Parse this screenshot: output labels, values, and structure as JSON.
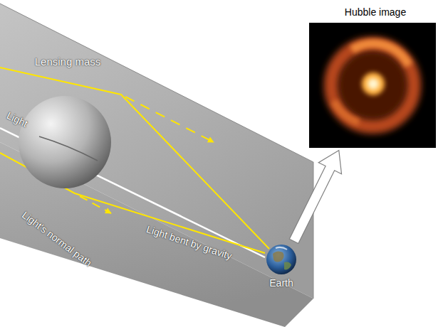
{
  "diagram": {
    "nodes": [
      {
        "text": [
          "Lensing mass"
        ]
      },
      {
        "text": [
          "Earth"
        ]
      },
      {
        "text": [
          "Hubble image"
        ]
      }
    ],
    "edges": [
      {
        "from": 1,
        "to": 2,
        "arrow": "to"
      }
    ],
    "labels": [
      "Light",
      "Light's normal path",
      "Light bent by gravity"
    ]
  }
}
